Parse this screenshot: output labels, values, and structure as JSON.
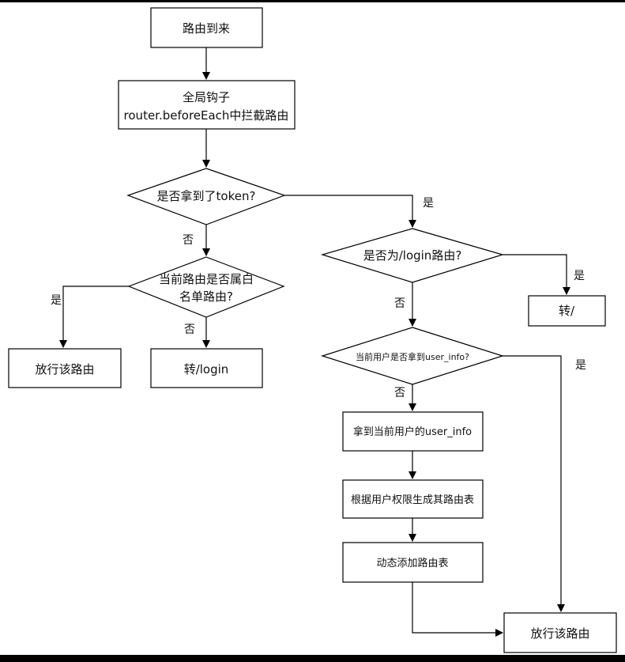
{
  "diagram": {
    "nodes": {
      "route_arrives": "路由到来",
      "global_hook_line1": "全局钩子",
      "global_hook_line2": "router.beforeEach中拦截路由",
      "has_token": "是否拿到了token?",
      "whitelist_line1": "当前路由是否属白",
      "whitelist_line2": "名单路由?",
      "allow_left": "放行该路由",
      "goto_login": "转/login",
      "is_login_route": "是否为/login路由?",
      "goto_root": "转/",
      "has_user_info": "当前用户是否拿到user_info?",
      "get_user_info": "拿到当前用户的user_info",
      "gen_routes": "根据用户权限生成其路由表",
      "add_routes": "动态添加路由表",
      "allow_right": "放行该路由"
    },
    "edge_labels": {
      "token_yes": "是",
      "token_no": "否",
      "whitelist_yes": "是",
      "whitelist_no": "否",
      "login_yes": "是",
      "login_no": "否",
      "userinfo_yes": "是",
      "userinfo_no": "否"
    }
  }
}
